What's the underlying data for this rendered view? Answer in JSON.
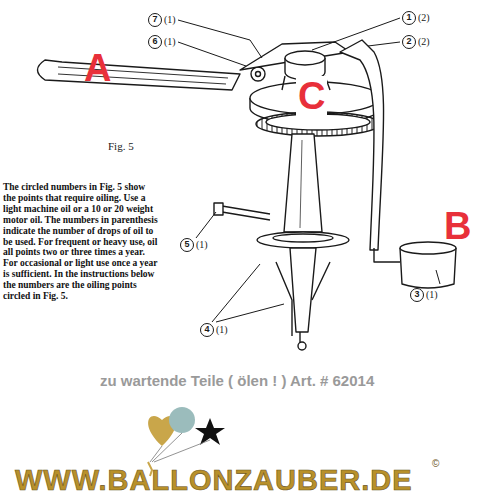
{
  "diagram": {
    "labels": [
      "7",
      "(1)",
      "6",
      "(1)",
      "1",
      "(2)",
      "2",
      "(2)",
      "5",
      "(1)",
      "3",
      "(1)",
      "4",
      "(1)",
      "A",
      "B",
      "C",
      "Fig. 5",
      "The circled numbers in Fig. 5 show the points that require oiling. Use a light machine oil or a 10 or 20 weight motor oil. The numbers in parenthesis indicate the number of drops of oil to be used. For frequent or heavy use, oil all points two or three times a year. For occasional or light use once a year is sufficient. In the instructions below the numbers are the oiling points circled in Fig. 5.",
      "zu wartende Teile ( ölen ! ) Art. # 62014",
      "WWW.BALLONZAUBER.DE",
      "©"
    ]
  }
}
